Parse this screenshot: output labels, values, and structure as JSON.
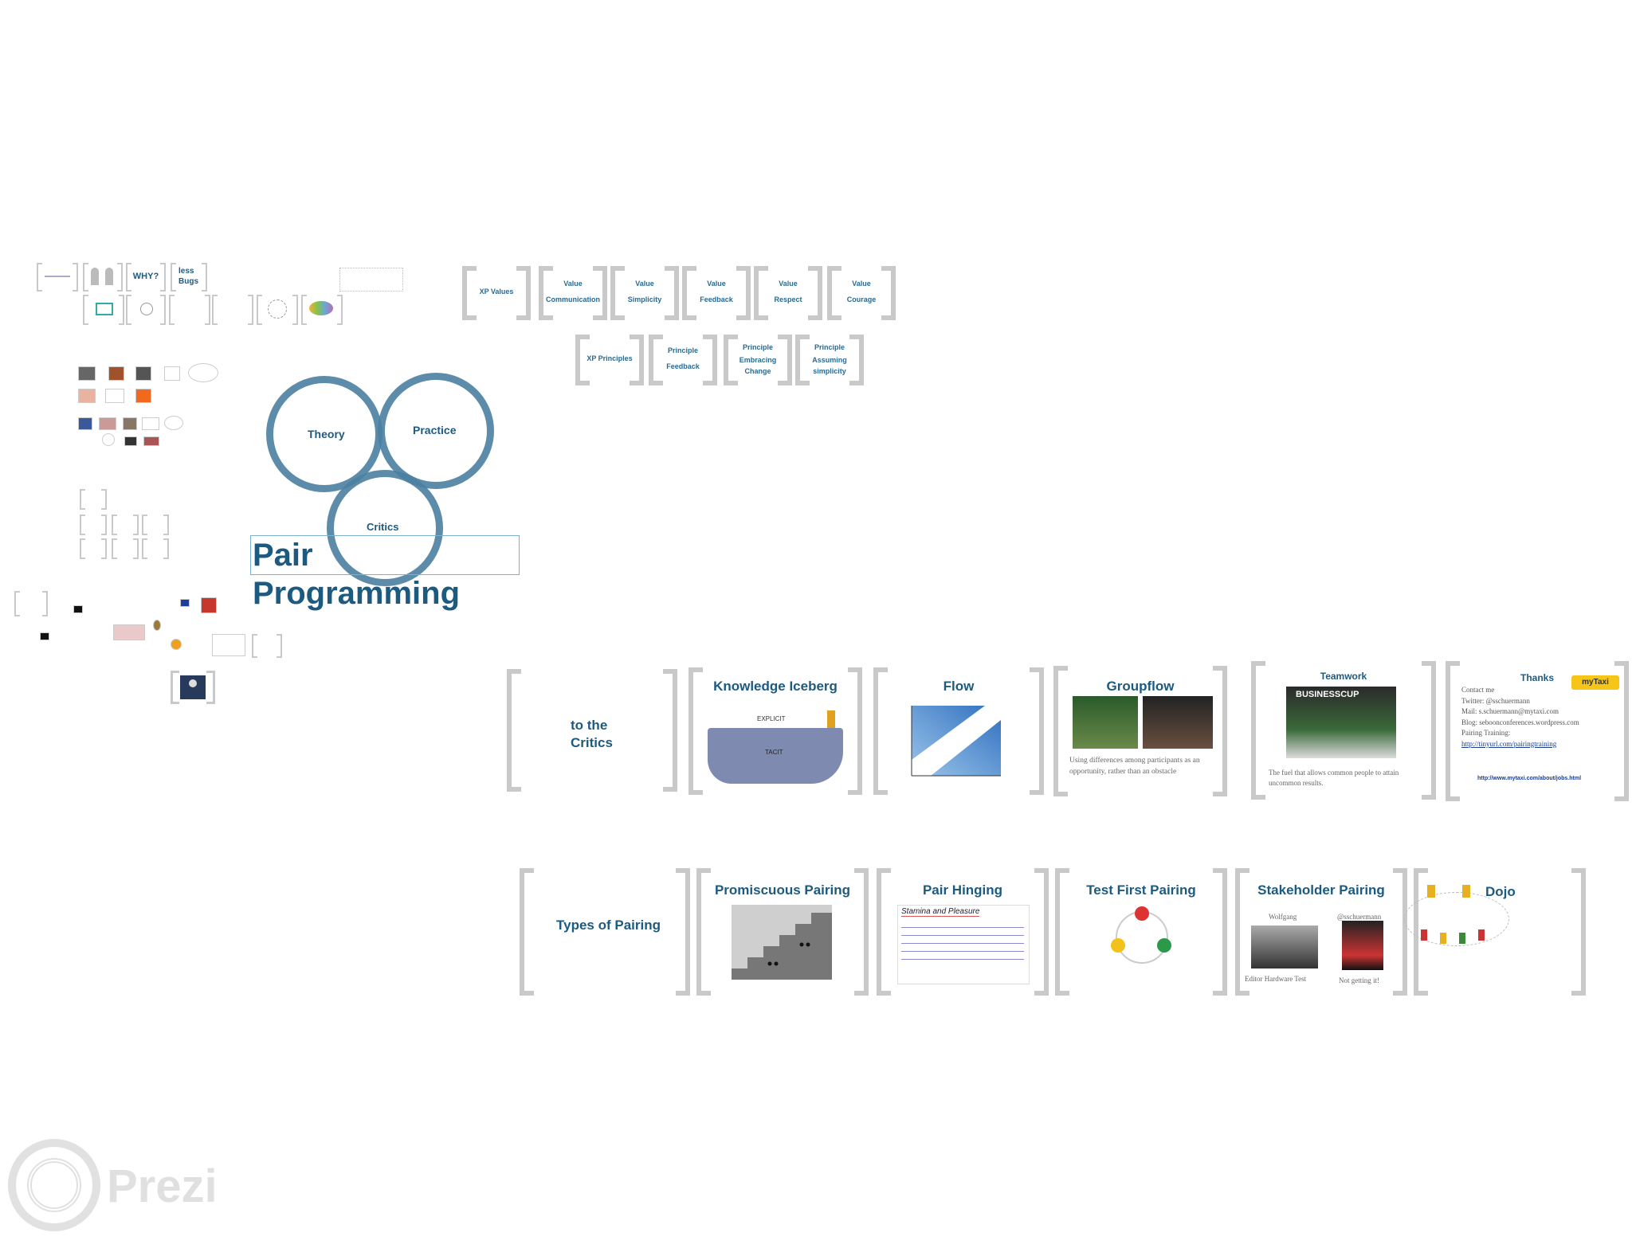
{
  "overview": {
    "title": "Pair Programming",
    "circles": {
      "theory": "Theory",
      "practice": "Practice",
      "critics": "Critics"
    },
    "mini_why": "WHY?",
    "mini_less_bugs": "less Bugs"
  },
  "xp_values": {
    "header": "XP Values",
    "items": [
      {
        "l1": "Value",
        "l2": "Communication"
      },
      {
        "l1": "Value",
        "l2": "Simplicity"
      },
      {
        "l1": "Value",
        "l2": "Feedback"
      },
      {
        "l1": "Value",
        "l2": "Respect"
      },
      {
        "l1": "Value",
        "l2": "Courage"
      }
    ]
  },
  "xp_principles": {
    "header": "XP Principles",
    "items": [
      {
        "l1": "Principle",
        "l2": "Feedback"
      },
      {
        "l1": "Principle",
        "l2": "Embracing Change"
      },
      {
        "l1": "Principle",
        "l2": "Assuming simplicity"
      }
    ]
  },
  "critics_row": {
    "intro": "to the Critics",
    "iceberg_title": "Knowledge Iceberg",
    "iceberg_explicit": "EXPLICIT",
    "iceberg_tacit": "TACIT",
    "flow_title": "Flow",
    "groupflow_title": "Groupflow",
    "groupflow_caption": "Using differences among participants as an opportunity, rather than an obstacle",
    "teamwork_title": "Teamwork",
    "teamwork_banner": "BUSINESSCUP",
    "teamwork_caption": "The fuel that allows common people to attain uncommon results.",
    "thanks_title": "Thanks",
    "thanks_lines": [
      "Contact me",
      "Twitter: @sschuermann",
      "Mail: s.schuermann@mytaxi.com",
      "Blog: seboonconferences.wordpress.com",
      "Pairing Training:"
    ],
    "thanks_link": "http://tinyurl.com/pairingtraining",
    "thanks_jobs": "http://www.mytaxi.com/about/jobs.html",
    "mytaxi_logo": "myTaxi"
  },
  "types_row": {
    "intro": "Types of Pairing",
    "promiscuous_title": "Promiscuous Pairing",
    "hinging_title": "Pair Hinging",
    "hinging_note_title": "Stamina and Pleasure",
    "testfirst_title": "Test First Pairing",
    "stakeholder_title": "Stakeholder Pairing",
    "stakeholder_left_name": "Wolfgang",
    "stakeholder_right_name": "@sschuermann",
    "stakeholder_left_caption": "Editor Hardware Test",
    "stakeholder_right_caption": "Not getting it!",
    "dojo_title": "Dojo"
  },
  "watermark": {
    "brand": "Prezi"
  },
  "colors": {
    "title_blue": "#1d5a80",
    "circle_blue": "#4a7fa0",
    "frame_grey": "#c9c9c9"
  },
  "icons": [
    "prezi-logo-icon",
    "circle-cycle-icon",
    "avatar-icon"
  ]
}
